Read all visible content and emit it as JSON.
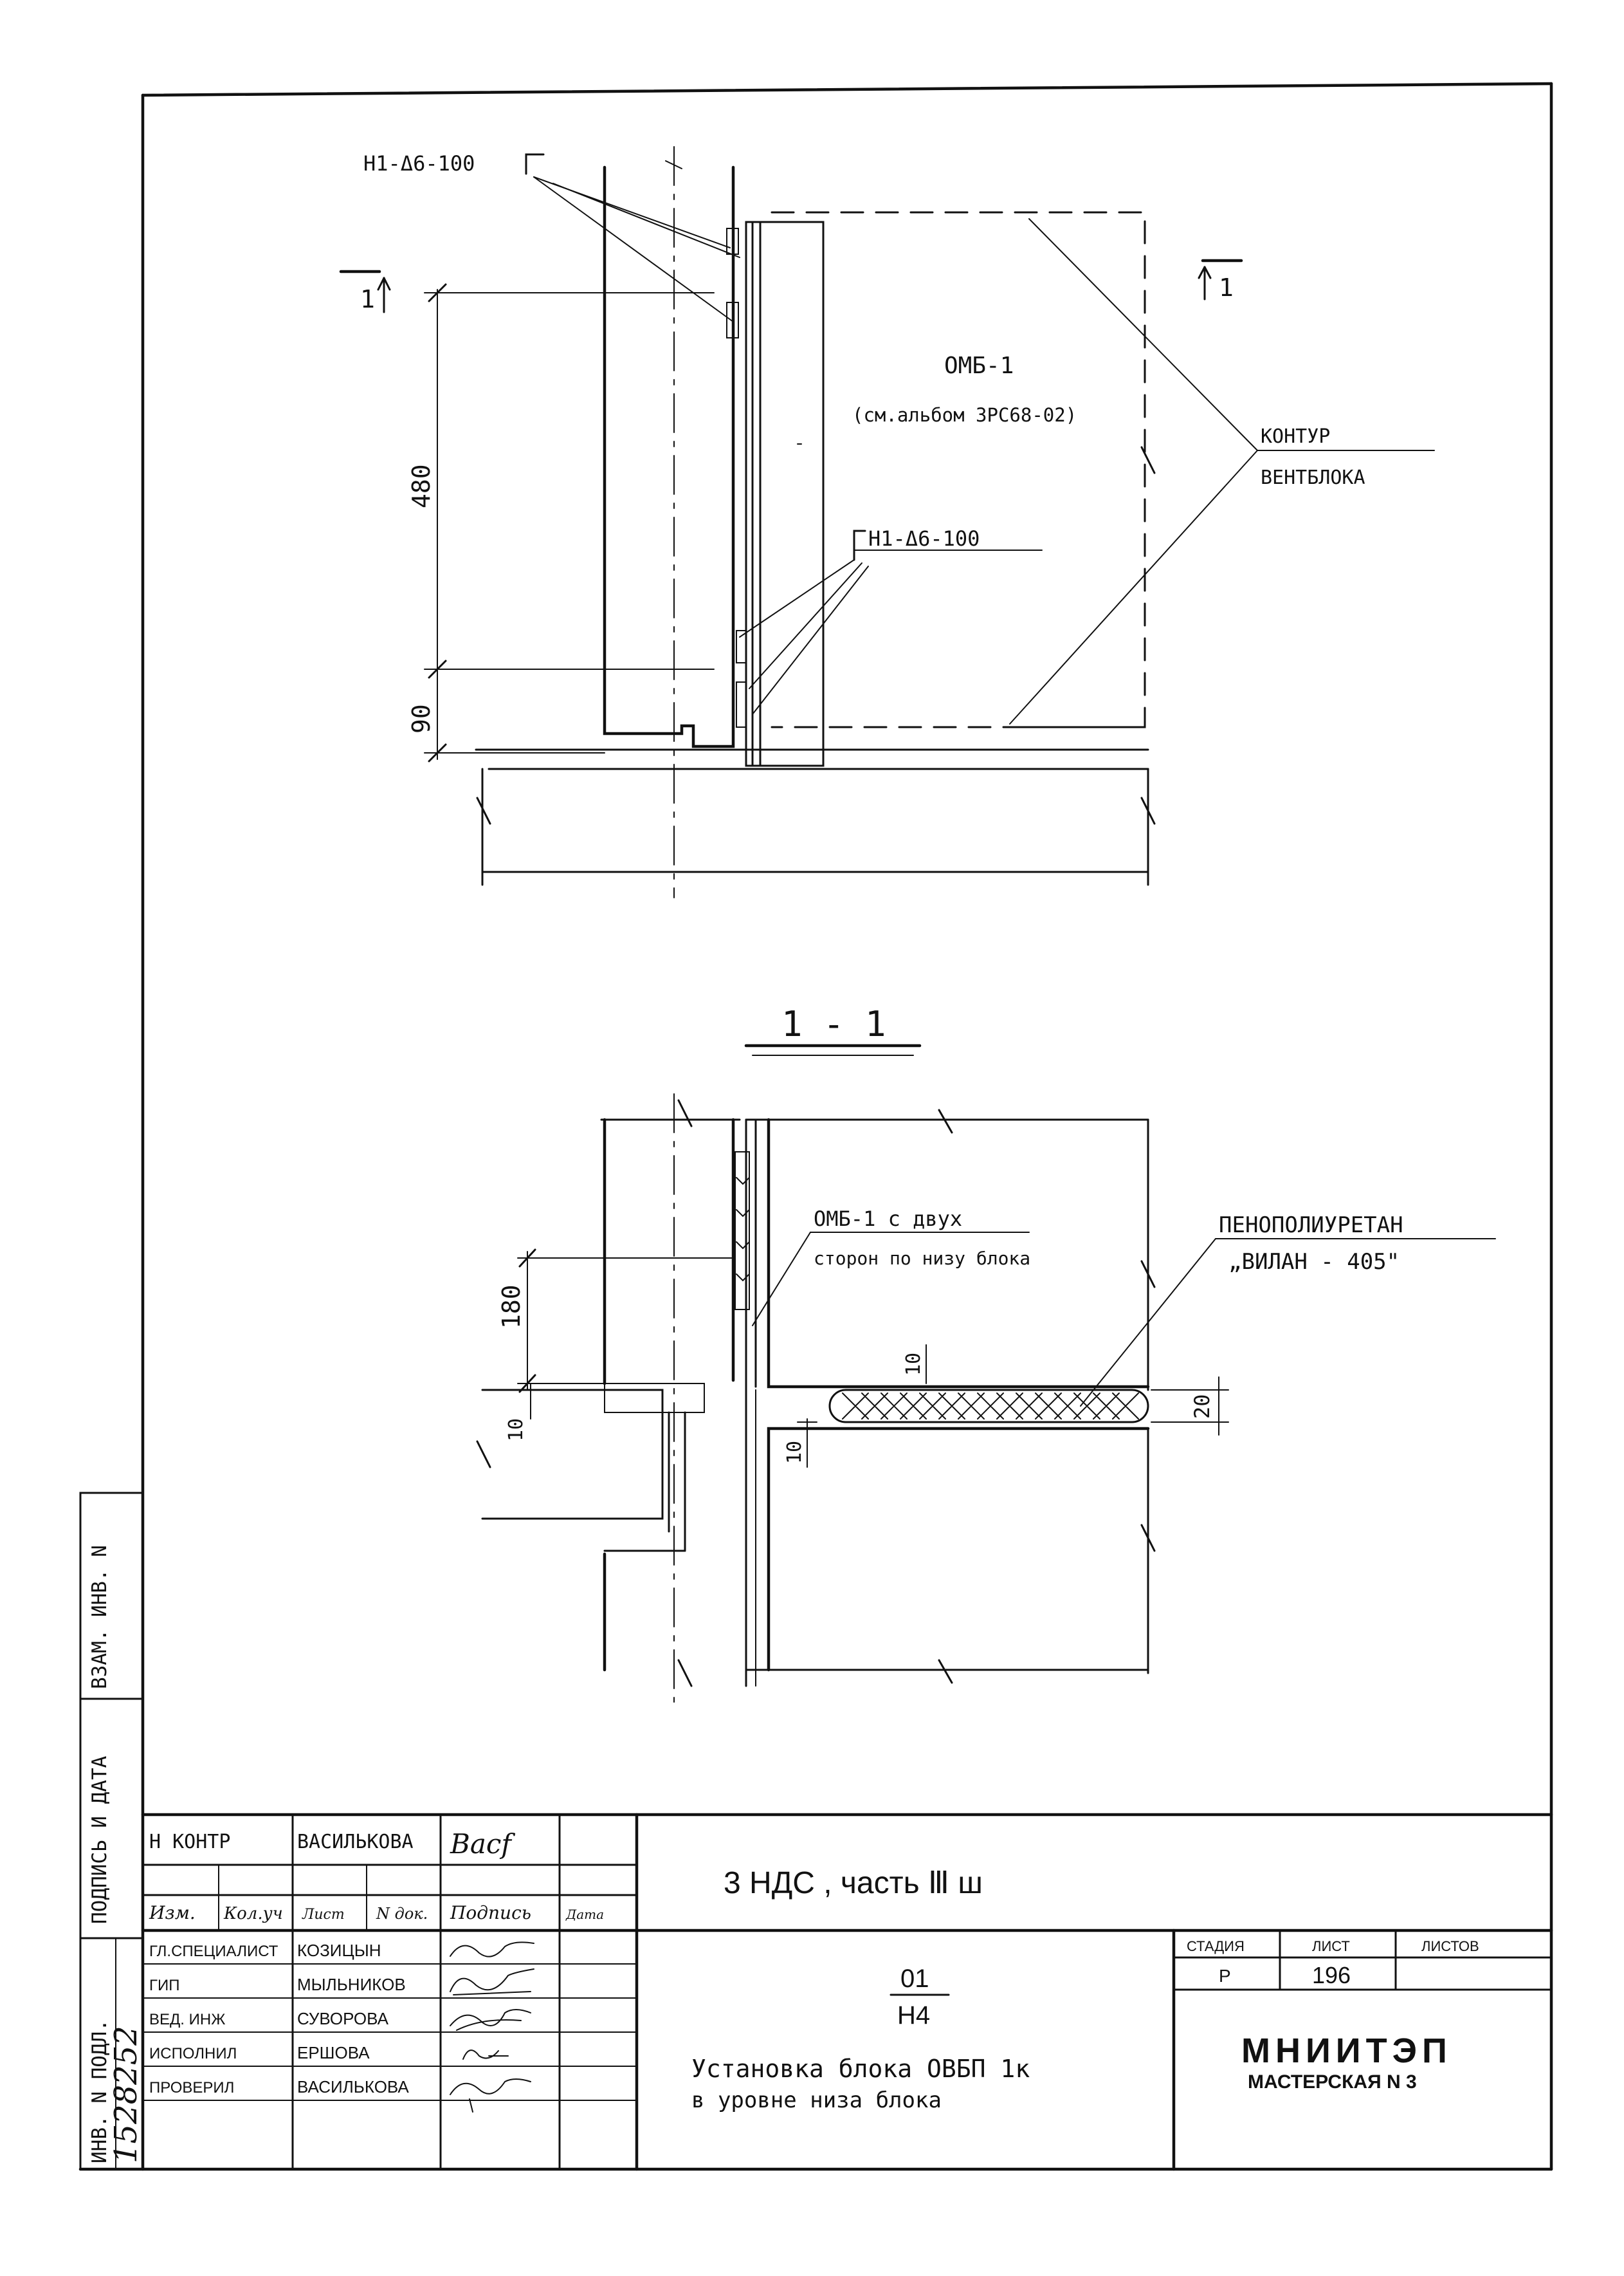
{
  "top_view": {
    "callout_top": "Н1-Δ6-100",
    "callout_mid": "Н1-Δ6-100",
    "section_mark_left": "1",
    "section_mark_right": "1",
    "omb_label": "ОМБ-1",
    "album_ref": "(см.альбом 3РС68-02)",
    "contour_line1": "КОНТУР",
    "contour_line2": "ВЕНТБЛОКА",
    "dim_480": "480",
    "dim_90": "90"
  },
  "section_view": {
    "title": "1 - 1",
    "omb_line1": "ОМБ-1 с двух",
    "omb_line2": "сторон по низу блока",
    "foam_line1": "ПЕНОПОЛИУРЕТАН",
    "foam_line2": "„ВИЛАН - 405\"",
    "dim_180": "180",
    "dim_10a": "10",
    "dim_10b": "10",
    "dim_10c": "10",
    "dim_20": "20"
  },
  "side_stamp": {
    "inv_podl": "ИНВ. N ПОДЛ.",
    "podpis": "ПОДПИСЬ И ДАТА",
    "vzam": "ВЗАМ. ИНВ. N",
    "inv_number": "1528252"
  },
  "title_block": {
    "doc_code": "3 НДС , часть Ⅲ ш",
    "row_nkontr_role": "Н КОНТР",
    "row_nkontr_name": "ВАСИЛЬКОВА",
    "head_izm": "Изм.",
    "head_koluch": "Кол.уч",
    "head_list": "Лист",
    "head_ndok": "N док.",
    "head_podpis": "Подпись",
    "head_data": "Дата",
    "roles": [
      "ГЛ.СПЕЦИАЛИСТ",
      "ГИП",
      "ВЕД. ИНЖ",
      "ИСПОЛНИЛ",
      "ПРОВЕРИЛ"
    ],
    "names": [
      "КОЗИЦЫН",
      "МЫЛЬНИКОВ",
      "СУВОРОВА",
      "ЕРШОВА",
      "ВАСИЛЬКОВА"
    ],
    "mark_top": "01",
    "mark_bottom": "Н4",
    "desc_line1": "Установка блока ОВБП 1к",
    "desc_line2": "в уровне низа блока",
    "stage_label": "СТАДИЯ",
    "sheet_label": "ЛИСТ",
    "sheets_label": "ЛИСТОВ",
    "stage_value": "Р",
    "sheet_value": "196",
    "org_name": "МНИИТЭП",
    "org_workshop": "МАСТЕРСКАЯ N 3"
  }
}
